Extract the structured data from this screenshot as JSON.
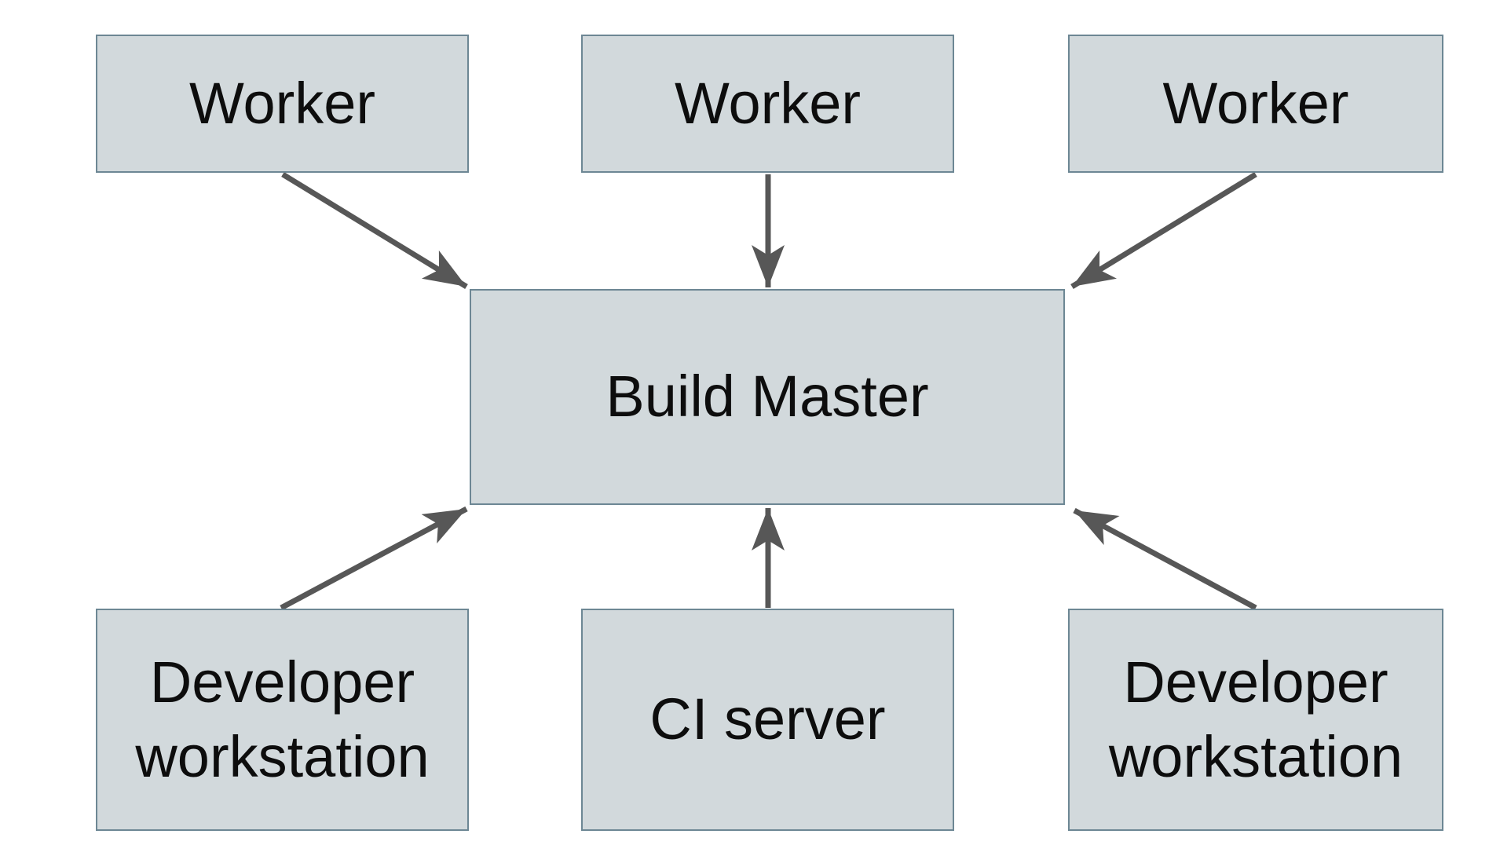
{
  "diagram": {
    "nodes": {
      "worker_left": {
        "label": "Worker"
      },
      "worker_center": {
        "label": "Worker"
      },
      "worker_right": {
        "label": "Worker"
      },
      "build_master": {
        "label": "Build Master"
      },
      "dev_left": {
        "label": "Developer workstation"
      },
      "ci_server": {
        "label": "CI server"
      },
      "dev_right": {
        "label": "Developer workstation"
      }
    },
    "edges": [
      {
        "from": "worker_left",
        "to": "build_master"
      },
      {
        "from": "worker_center",
        "to": "build_master"
      },
      {
        "from": "worker_right",
        "to": "build_master"
      },
      {
        "from": "dev_left",
        "to": "build_master"
      },
      {
        "from": "ci_server",
        "to": "build_master"
      },
      {
        "from": "dev_right",
        "to": "build_master"
      }
    ],
    "colors": {
      "node_fill": "#d2d9dc",
      "node_border": "#6d8794",
      "arrow": "#575757",
      "text": "#0d0d0d",
      "background": "#ffffff"
    }
  }
}
